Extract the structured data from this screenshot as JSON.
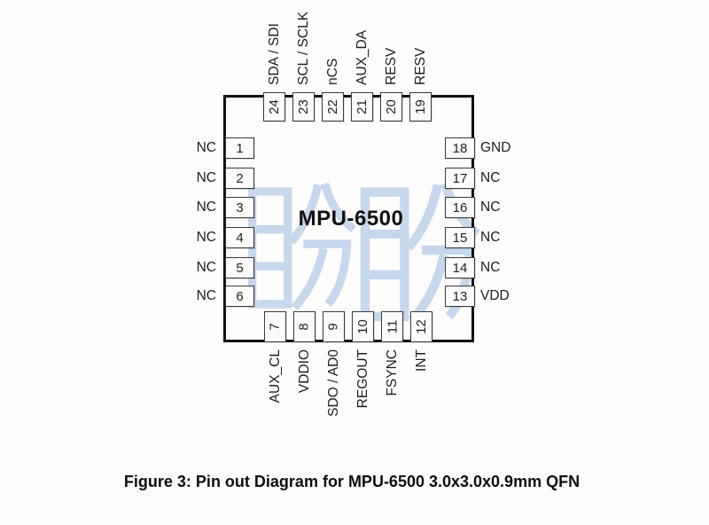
{
  "figure": {
    "chip_label": "MPU-6500",
    "caption": "Figure 3: Pin out Diagram for MPU-6500 3.0x3.0x0.9mm QFN",
    "watermark_text": "盼盼",
    "watermark_color": "#c2d4ec"
  },
  "pins": {
    "top": [
      {
        "num": "24",
        "label": "SDA / SDI"
      },
      {
        "num": "23",
        "label": "SCL / SCLK"
      },
      {
        "num": "22",
        "label": "nCS"
      },
      {
        "num": "21",
        "label": "AUX_DA"
      },
      {
        "num": "20",
        "label": "RESV"
      },
      {
        "num": "19",
        "label": "RESV"
      }
    ],
    "left": [
      {
        "num": "1",
        "label": "NC"
      },
      {
        "num": "2",
        "label": "NC"
      },
      {
        "num": "3",
        "label": "NC"
      },
      {
        "num": "4",
        "label": "NC"
      },
      {
        "num": "5",
        "label": "NC"
      },
      {
        "num": "6",
        "label": "NC"
      }
    ],
    "right": [
      {
        "num": "18",
        "label": "GND"
      },
      {
        "num": "17",
        "label": "NC"
      },
      {
        "num": "16",
        "label": "NC"
      },
      {
        "num": "15",
        "label": "NC"
      },
      {
        "num": "14",
        "label": "NC"
      },
      {
        "num": "13",
        "label": "VDD"
      }
    ],
    "bottom": [
      {
        "num": "7",
        "label": "AUX_CL"
      },
      {
        "num": "8",
        "label": "VDDIO"
      },
      {
        "num": "9",
        "label": "SDO / AD0"
      },
      {
        "num": "10",
        "label": "REGOUT"
      },
      {
        "num": "11",
        "label": "FSYNC"
      },
      {
        "num": "12",
        "label": "INT"
      }
    ]
  }
}
